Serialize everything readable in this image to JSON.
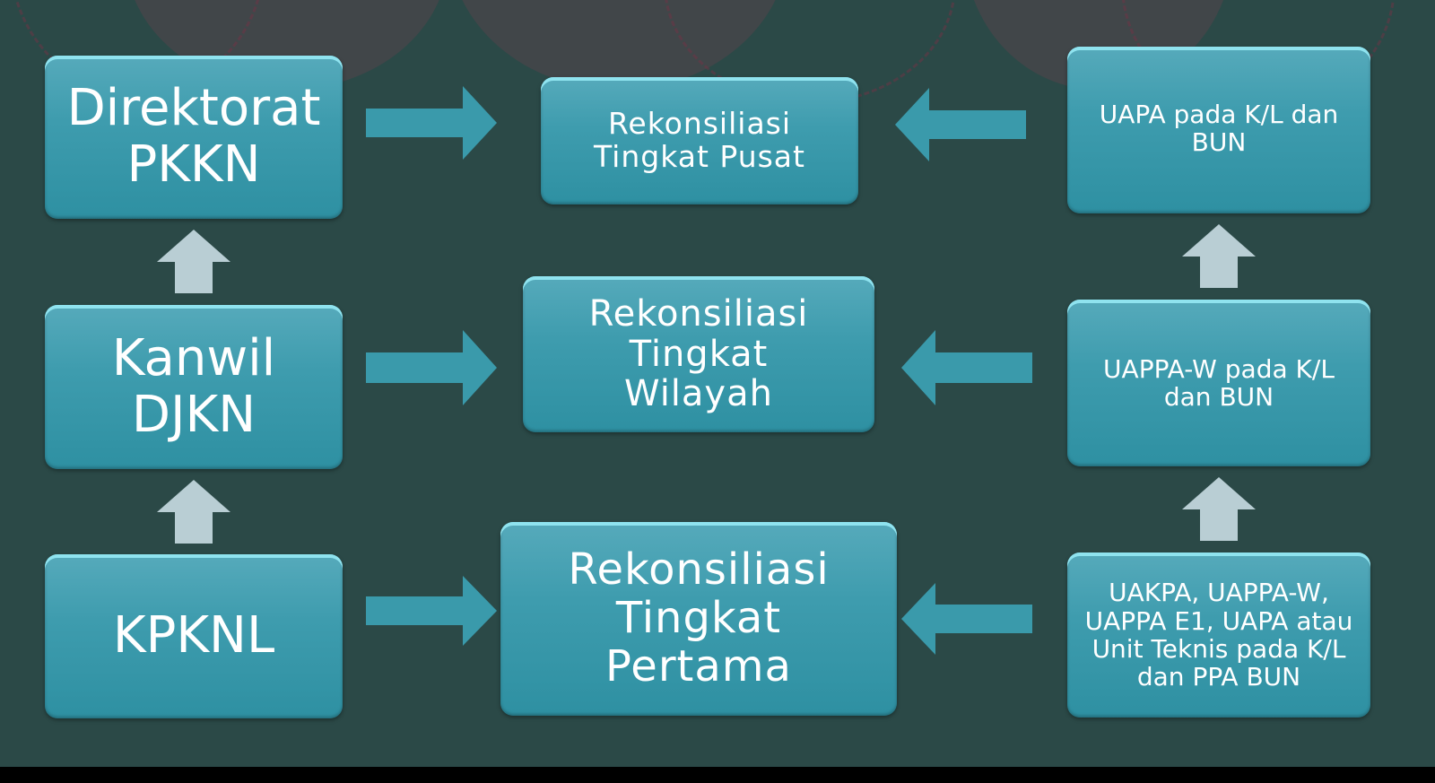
{
  "left": [
    {
      "label": "Direktorat PKKN",
      "l1": "Direktorat",
      "l2": "PKKN"
    },
    {
      "l1": "Kanwil",
      "l2": "DJKN"
    },
    {
      "l1": "KPKNL"
    }
  ],
  "center": [
    {
      "l1": "Rekonsiliasi",
      "l2": "Tingkat Pusat"
    },
    {
      "l1": "Rekonsiliasi",
      "l2": "Tingkat",
      "l3": "Wilayah"
    },
    {
      "l1": "Rekonsiliasi",
      "l2": "Tingkat",
      "l3": "Pertama"
    }
  ],
  "right": [
    {
      "l1": "UAPA pada K/L dan",
      "l2": "BUN"
    },
    {
      "l1": "UAPPA-W pada K/L",
      "l2": "dan BUN"
    },
    {
      "l1": "UAKPA, UAPPA-W,",
      "l2": "UAPPA E1, UAPA atau",
      "l3": "Unit Teknis pada K/L",
      "l4": "dan PPA BUN"
    }
  ],
  "colors": {
    "box": "#3e9cae",
    "arrow": "#3a9aab",
    "up_arrow": "#b9ced4",
    "background": "#2b4947"
  }
}
